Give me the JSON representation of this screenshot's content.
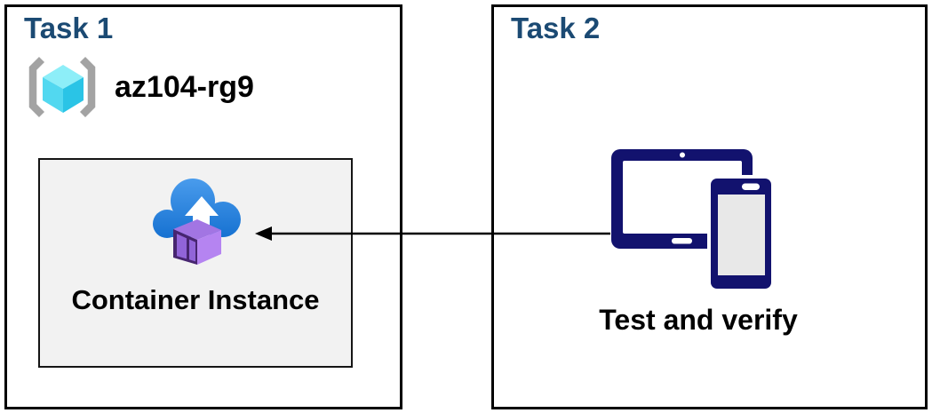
{
  "task1": {
    "title": "Task 1",
    "resource_group": {
      "icon": "resource-group-icon",
      "name": "az104-rg9"
    },
    "container_box": {
      "icon": "container-instances-icon",
      "label": "Container Instance"
    }
  },
  "task2": {
    "title": "Task 2",
    "devices": {
      "icon": "tablet-phone-devices-icon",
      "caption": "Test and verify"
    }
  },
  "colors": {
    "title_text": "#1b4a73",
    "body_text": "#000000",
    "box_border": "#000000",
    "container_box_bg": "#f2f2f2",
    "device_navy": "#12126e",
    "device_screen_gray": "#e8e8e8",
    "cloud_blue_top": "#4b9ded",
    "cloud_blue_bottom": "#1671d1",
    "purple_front": "#b584f1",
    "purple_top": "#a275e3",
    "purple_dark": "#472570",
    "purple_stripe": "#9164d8",
    "rg_cube_top": "#8deef8",
    "rg_cube_left": "#52d8f0",
    "rg_cube_right": "#2ac4e6",
    "rg_bracket": "#a3a3a3"
  }
}
